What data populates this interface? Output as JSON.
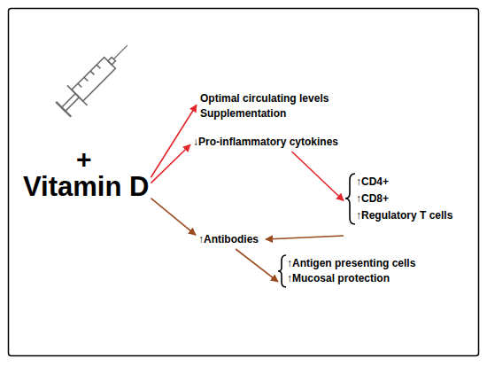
{
  "diagram": {
    "nodes": [
      {
        "text": [
          "Vitamin D"
        ]
      },
      {
        "text": [
          "Optimal circulating levels",
          "Supplementation"
        ]
      },
      {
        "text": [
          "↓Pro-inflammatory cytokines"
        ]
      },
      {
        "text": [
          "↑CD4+",
          "↑CD8+",
          "↑Regulatory T cells"
        ]
      },
      {
        "text": [
          "↑Antibodies"
        ]
      },
      {
        "text": [
          "↑Antigen presenting cells",
          "↑Mucosal protection"
        ]
      }
    ],
    "edges": [
      {
        "from": 0,
        "to": 1,
        "arrow": "to"
      },
      {
        "from": 0,
        "to": 2,
        "arrow": "to"
      },
      {
        "from": 0,
        "to": 4,
        "arrow": "to"
      },
      {
        "from": 2,
        "to": 3,
        "arrow": "to"
      },
      {
        "from": 3,
        "to": 4,
        "arrow": "to"
      },
      {
        "from": 4,
        "to": 5,
        "arrow": "to"
      }
    ],
    "labels": [
      "+"
    ]
  }
}
